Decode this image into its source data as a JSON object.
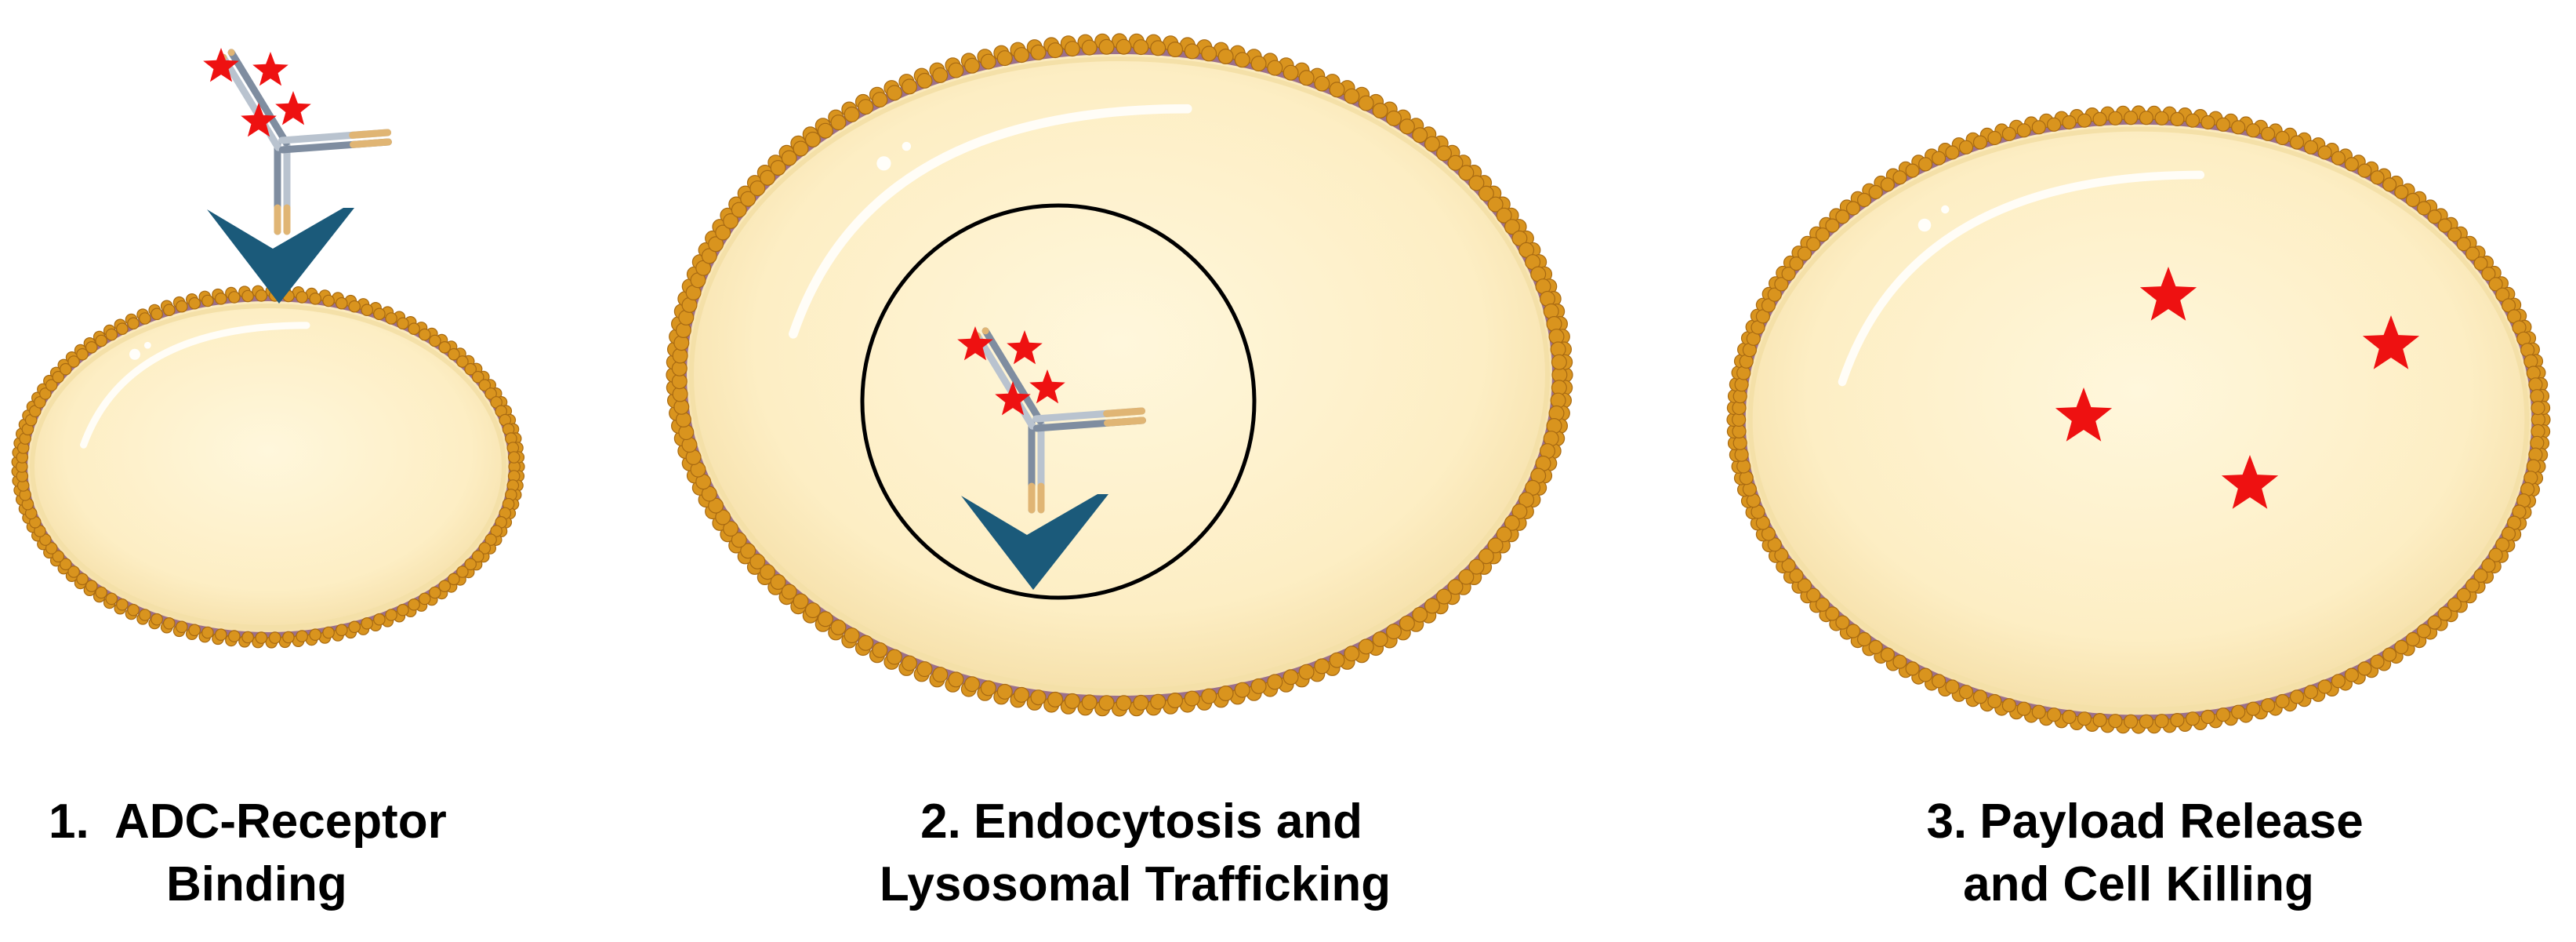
{
  "colors": {
    "cytoplasm": "#fdf0c9",
    "membrane_head": "#d9941e",
    "membrane_head_stroke": "#a86a12",
    "membrane_tail": "#9b6f8c",
    "receptor": "#1b5a7a",
    "antibody_light": "#b9c3cf",
    "antibody_dark": "#7f8da0",
    "antibody_tip": "#e0b574",
    "payload": "#ee1111",
    "lysosome_outline": "#000000"
  },
  "icons": {
    "receptor": "v-shaped-receptor-icon",
    "antibody": "y-shaped-antibody-icon",
    "payload": "red-star-payload-icon"
  },
  "panels": [
    {
      "id": "binding",
      "number": "1.",
      "lines": [
        "ADC-Receptor",
        "Binding"
      ],
      "payload_count_on_antibody": 4,
      "free_payload_count": 0
    },
    {
      "id": "endocytosis",
      "number": "2.",
      "lines": [
        "Endocytosis and",
        "Lysosomal Trafficking"
      ],
      "payload_count_on_antibody": 4,
      "free_payload_count": 0
    },
    {
      "id": "release",
      "number": "3.",
      "lines": [
        "Payload Release",
        "and Cell Killing"
      ],
      "payload_count_on_antibody": 0,
      "free_payload_count": 4
    }
  ]
}
